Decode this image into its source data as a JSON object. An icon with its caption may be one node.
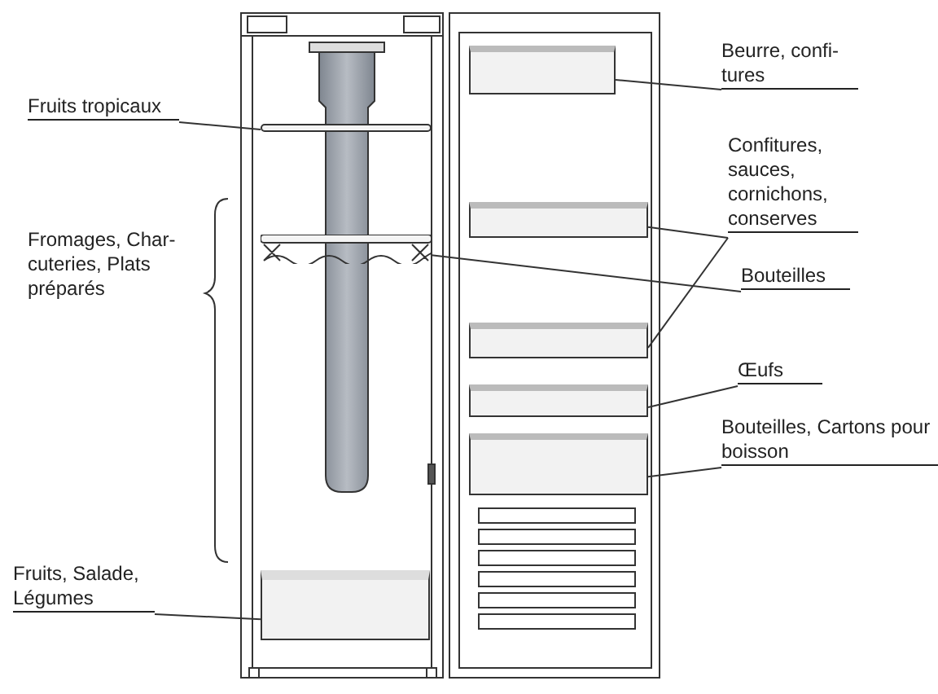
{
  "diagram": {
    "nodes": [
      {
        "text": [
          "Fruits tropicaux"
        ]
      },
      {
        "text": [],
        "shape": "bar"
      },
      {
        "text": [
          "Beurre, confi- tures"
        ]
      },
      {
        "text": [],
        "shape": "box"
      },
      {
        "text": [
          "Confitures, sauces, cornichons, conserves"
        ]
      },
      {
        "text": [],
        "shape": "box"
      },
      {
        "text": [],
        "shape": "box"
      },
      {
        "text": [
          "Bouteilles"
        ]
      },
      {
        "text": [],
        "shape": "bar"
      },
      {
        "text": [
          "Œufs"
        ]
      },
      {
        "text": [],
        "shape": "box"
      },
      {
        "text": [
          "Bouteilles, Cartons pour boisson"
        ]
      },
      {
        "text": [],
        "shape": "box"
      },
      {
        "text": [
          "Fruits, Salade, Légumes"
        ]
      },
      {
        "text": [],
        "shape": "box"
      }
    ],
    "edges": [
      {
        "from": 0,
        "to": 1,
        "arrow": "none"
      },
      {
        "from": 2,
        "to": 3,
        "arrow": "none"
      },
      {
        "from": 4,
        "to": 5,
        "arrow": "none"
      },
      {
        "from": 4,
        "to": 6,
        "arrow": "none"
      },
      {
        "from": 7,
        "to": 8,
        "arrow": "none"
      },
      {
        "from": 9,
        "to": 10,
        "arrow": "none"
      },
      {
        "from": 11,
        "to": 12,
        "arrow": "none"
      },
      {
        "from": 13,
        "to": 14,
        "arrow": "none"
      }
    ],
    "labels": [
      "Fromages, Char- cuteries, Plats préparés"
    ]
  }
}
